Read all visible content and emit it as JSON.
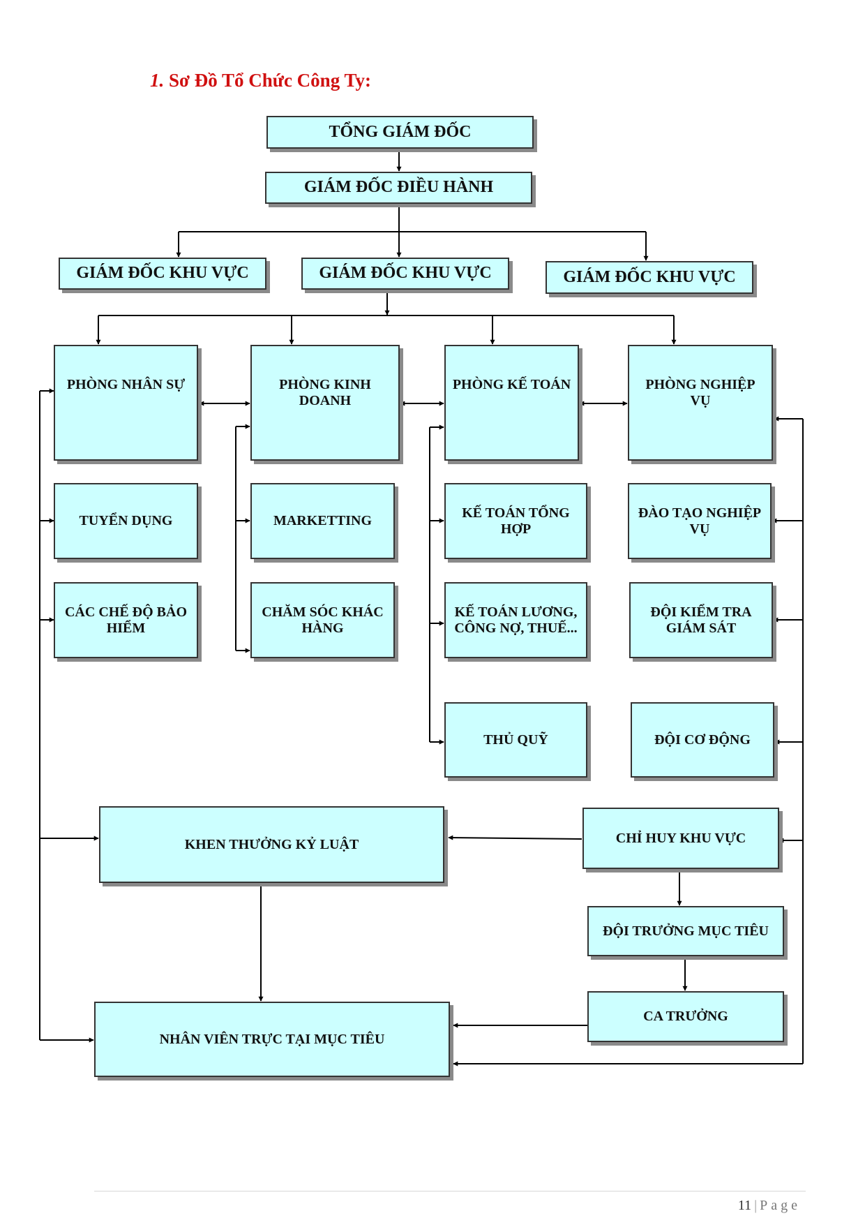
{
  "title": {
    "number": "1.",
    "text": "Sơ Đồ Tổ Chức Công Ty:"
  },
  "nodes": {
    "tong_giam_doc": "TỔNG GIÁM ĐỐC",
    "giam_doc_dieu_hanh": "GIÁM ĐỐC ĐIỀU HÀNH",
    "giam_doc_khu_vuc_1": "GIÁM ĐỐC KHU VỰC",
    "giam_doc_khu_vuc_2": "GIÁM ĐỐC KHU VỰC",
    "giam_doc_khu_vuc_3": "GIÁM ĐỐC KHU VỰC",
    "phong_nhan_su": "PHÒNG NHÂN SỰ",
    "phong_kinh_doanh": "PHÒNG KINH DOANH",
    "phong_ke_toan": "PHÒNG KẾ TOÁN",
    "phong_nghiep_vu": "PHÒNG NGHIỆP VỤ",
    "tuyen_dung": "TUYỂN DỤNG",
    "marketting": "MARKETTING",
    "ke_toan_tong_hop": "KẾ TOÁN TỔNG HỢP",
    "dao_tao_nghiep_vu": "ĐÀO TẠO NGHIỆP VỤ",
    "cac_che_do_bao_hiem": "CÁC CHẾ ĐỘ BẢO HIỂM",
    "cham_soc_khach_hang": "CHĂM SÓC KHÁC HÀNG",
    "ke_toan_luong": "KẾ TOÁN LƯƠNG, CÔNG NỢ, THUẾ...",
    "doi_kiem_tra_giam_sat": "ĐỘI KIỂM TRA GIÁM SÁT",
    "thu_quy": "THỦ QUỸ",
    "doi_co_dong": "ĐỘI CƠ ĐỘNG",
    "khen_thuong_ky_luat": "KHEN THƯỞNG KỶ LUẬT",
    "chi_huy_khu_vuc": "CHỈ HUY KHU VỰC",
    "doi_truong_muc_tieu": "ĐỘI TRƯỞNG MỤC TIÊU",
    "ca_truong": "CA TRƯỞNG",
    "nhan_vien_truc": "NHÂN VIÊN TRỰC TẠI MỤC TIÊU"
  },
  "footer": {
    "page_number": "11",
    "separator": "|",
    "page_label": "Page"
  },
  "colors": {
    "box_fill": "#ccffff",
    "box_border": "#333333",
    "title": "#d01010"
  }
}
